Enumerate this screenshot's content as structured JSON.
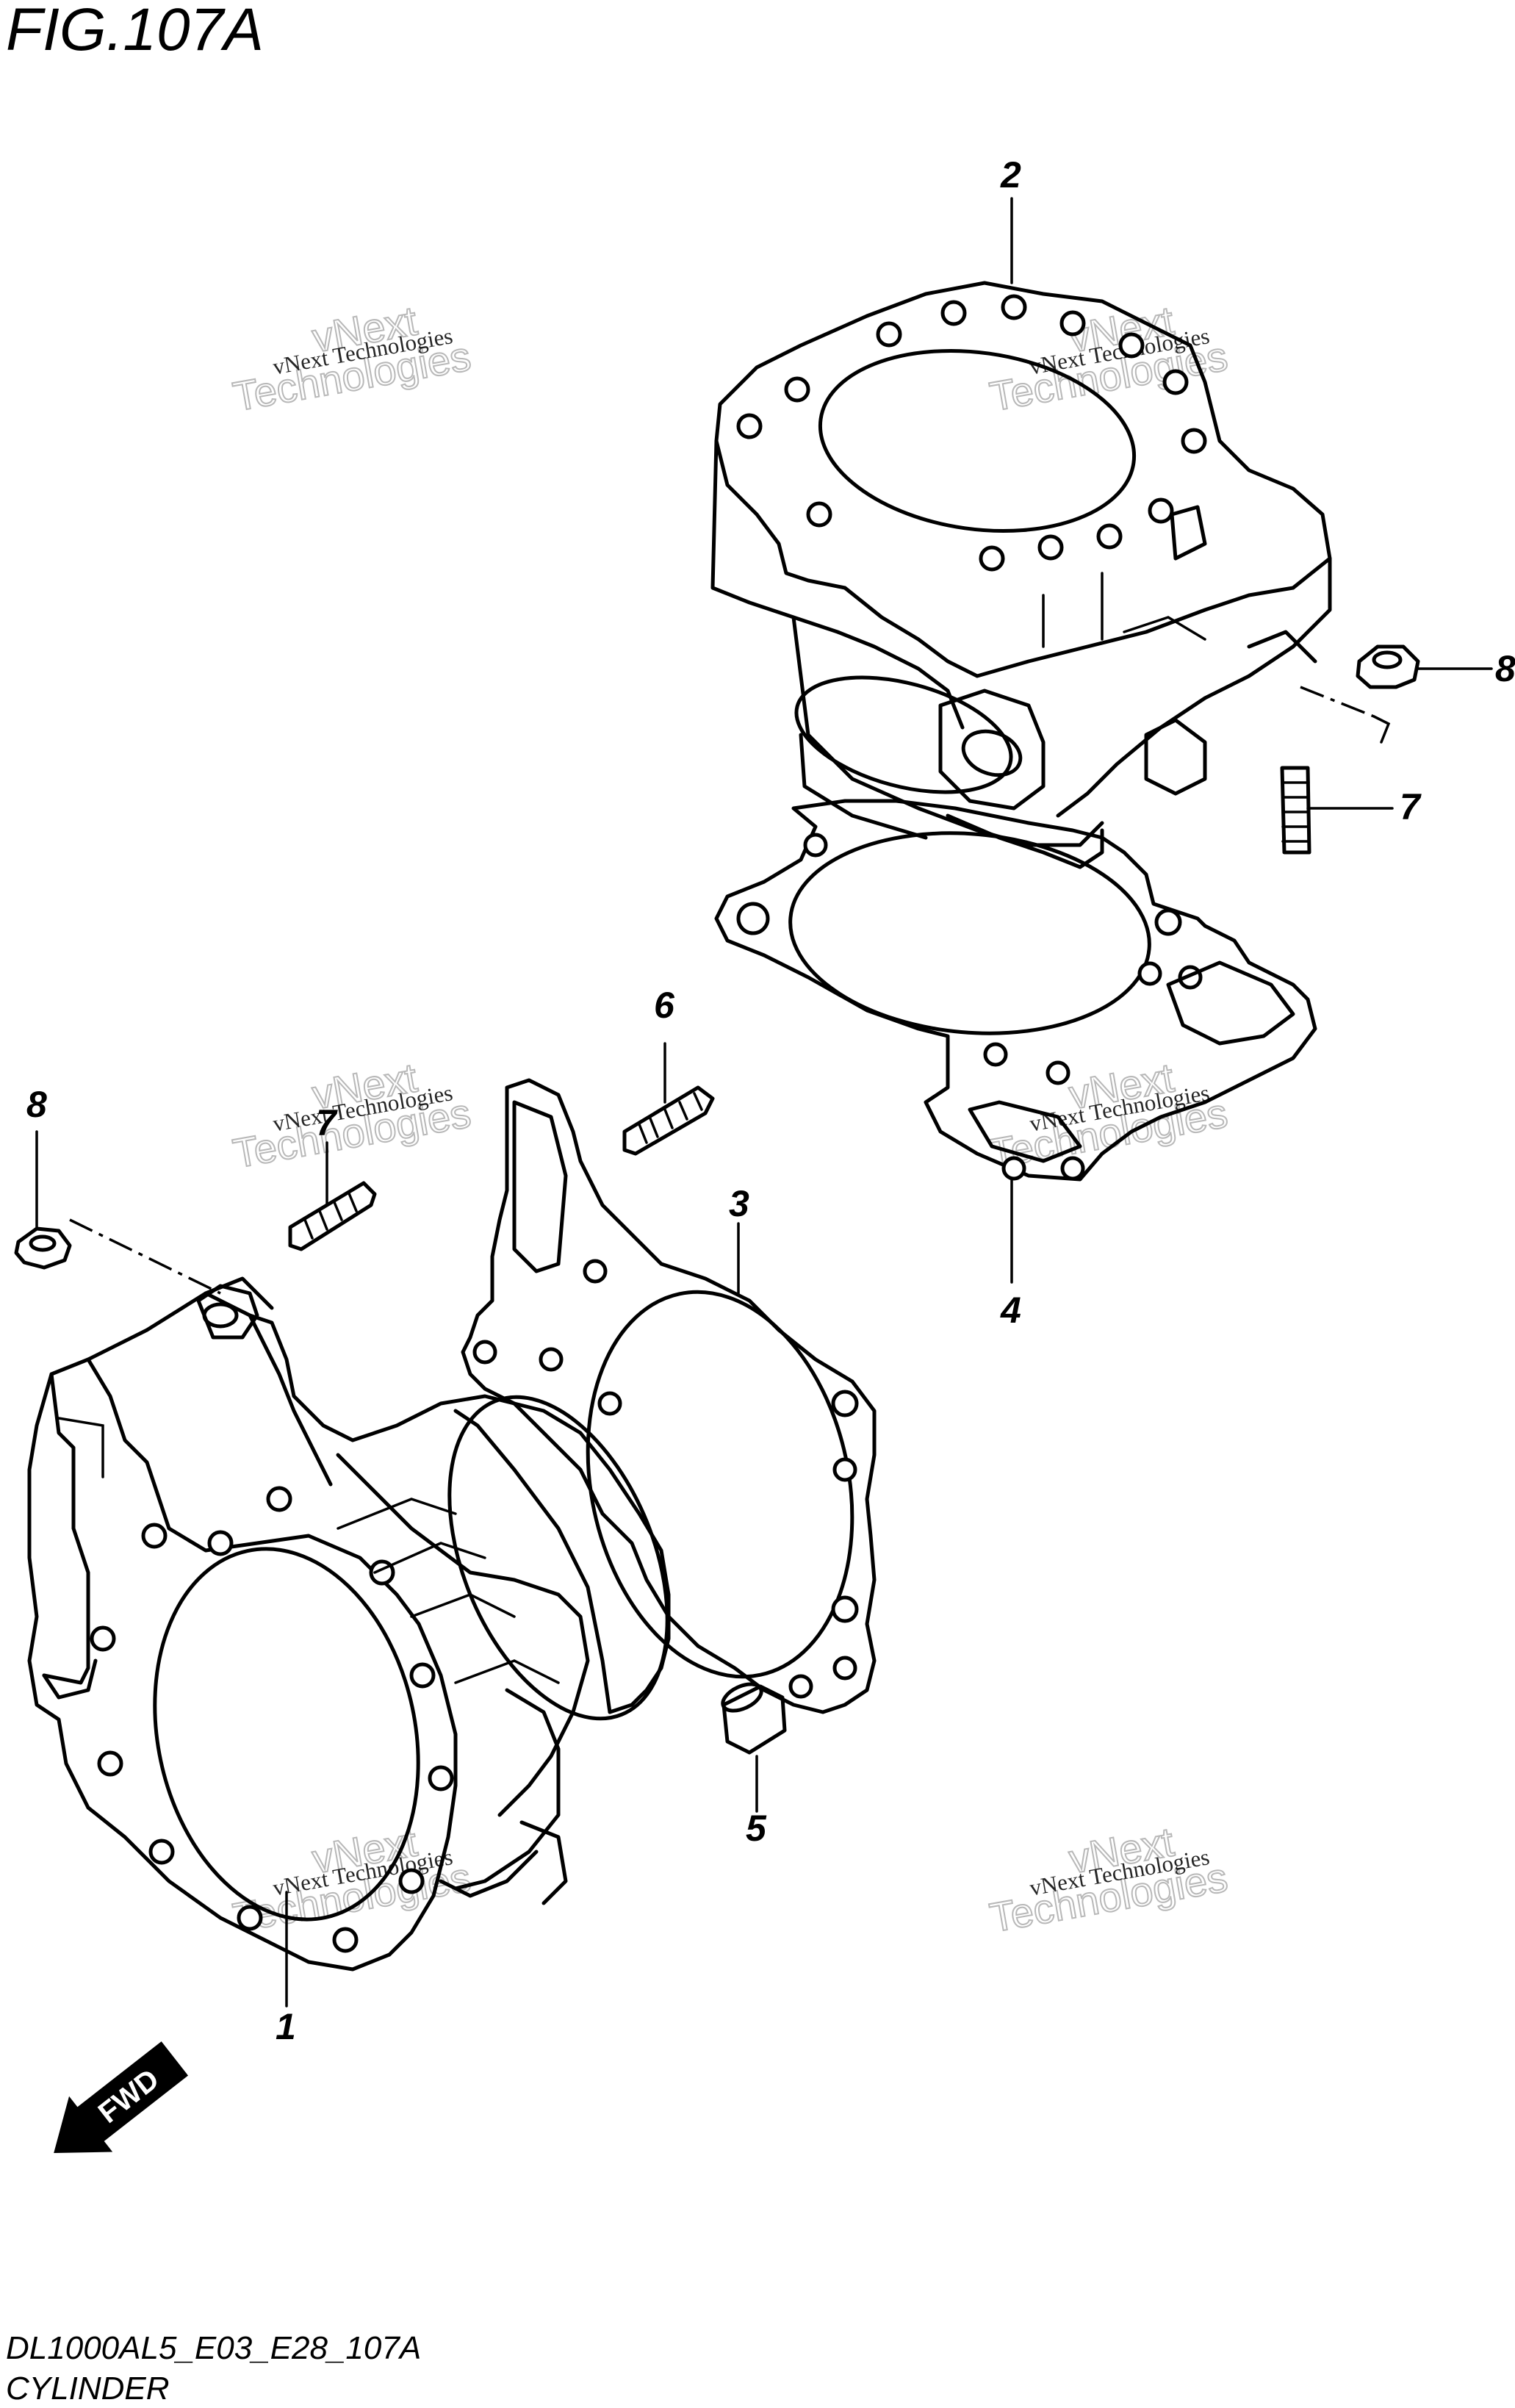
{
  "figure": {
    "title": "FIG.107A",
    "code": "DL1000AL5_E03_E28_107A",
    "name": "CYLINDER"
  },
  "watermark": {
    "line1": "vNext Technologies",
    "line2": "vNext",
    "line3": "Technologies"
  },
  "direction_marker": {
    "label": "FWD"
  },
  "callouts": [
    {
      "id": "1",
      "label": "1"
    },
    {
      "id": "2",
      "label": "2"
    },
    {
      "id": "3",
      "label": "3"
    },
    {
      "id": "4",
      "label": "4"
    },
    {
      "id": "5",
      "label": "5"
    },
    {
      "id": "6",
      "label": "6"
    },
    {
      "id": "7a",
      "label": "7"
    },
    {
      "id": "7b",
      "label": "7"
    },
    {
      "id": "8a",
      "label": "8"
    },
    {
      "id": "8b",
      "label": "8"
    }
  ]
}
